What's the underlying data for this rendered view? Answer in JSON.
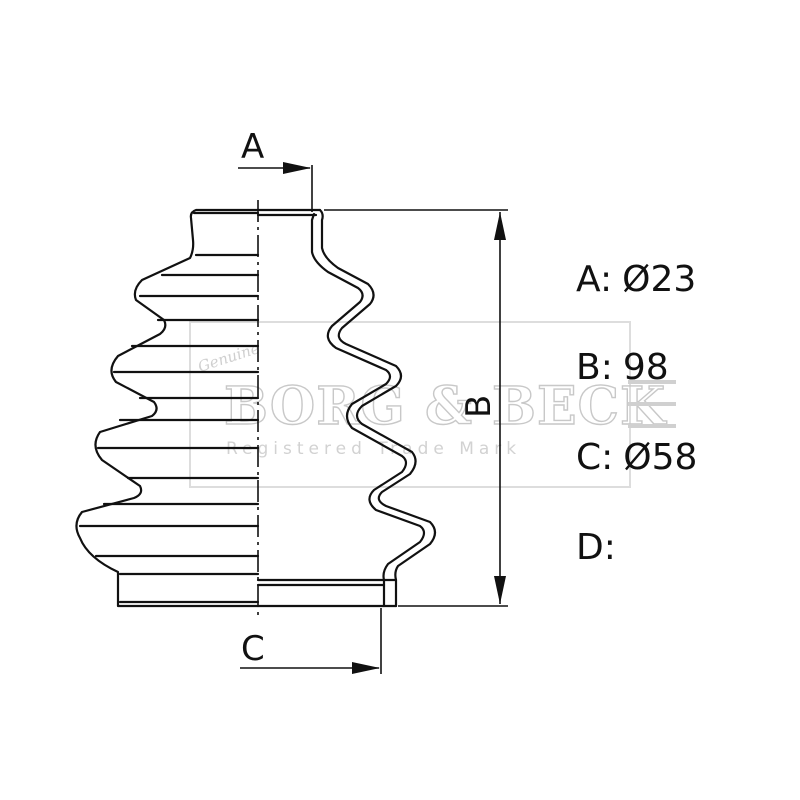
{
  "dimension_labels": {
    "a": "A",
    "b": "B",
    "c": "C"
  },
  "specs": [
    {
      "key": "A",
      "value": "Ø23"
    },
    {
      "key": "B",
      "value": "98"
    },
    {
      "key": "C",
      "value": "Ø58"
    },
    {
      "key": "D",
      "value": ""
    }
  ],
  "watermark": {
    "brand": "BORG & BECK",
    "subtitle": "Registered Trade Mark",
    "script": "Genuine"
  },
  "colors": {
    "line": "#111111",
    "watermark": "#c8c8c8"
  }
}
